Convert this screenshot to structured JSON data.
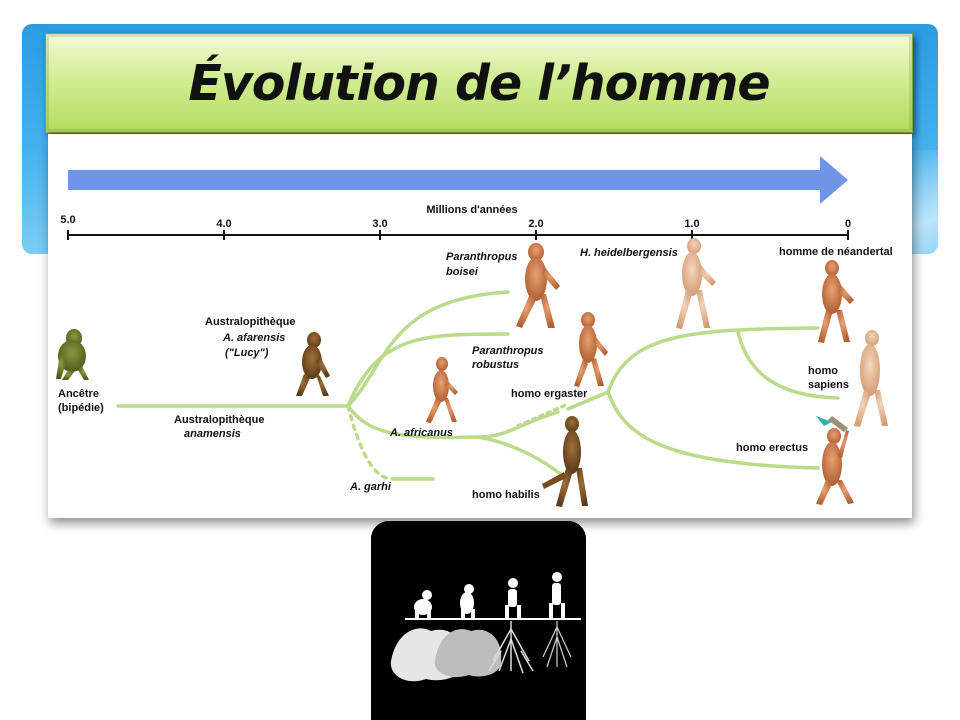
{
  "slide": {
    "title": "Évolution de l’homme"
  },
  "timeline": {
    "axis_label": "Millions d'années",
    "ticks": [
      "5.0",
      "4.0",
      "3.0",
      "2.0",
      "1.0",
      "0"
    ]
  },
  "labels": {
    "ancestor": "Ancêtre",
    "ancestor_sub": "(bipédie)",
    "afarensis_title": "Australopithèque",
    "afarensis_species": "A. afarensis",
    "afarensis_nick": "(\"Lucy\")",
    "anamensis_title": "Australopithèque",
    "anamensis_species": "anamensis",
    "boisei_genus": "Paranthropus",
    "boisei_species": "boisei",
    "robustus_genus": "Paranthropus",
    "robustus_species": "robustus",
    "africanus": "A. africanus",
    "garhi": "A. garhi",
    "ergaster": "homo ergaster",
    "habilis": "homo habilis",
    "heidelbergensis": "H. heidelbergensis",
    "neandertal": "homme de néandertal",
    "sapiens_1": "homo",
    "sapiens_2": "sapiens",
    "erectus": "homo erectus"
  },
  "colors": {
    "arrow": "#6f96e6",
    "branch": "#b9db8a",
    "title_fill": "#c6e57c",
    "band": "#3aa7e8",
    "figure_skin": "#c8794a",
    "ape_fur": "#6a7a2e"
  },
  "icons": {
    "roots_image": "evolution-roots-icon",
    "hominid": "hominid-figure-icon"
  }
}
